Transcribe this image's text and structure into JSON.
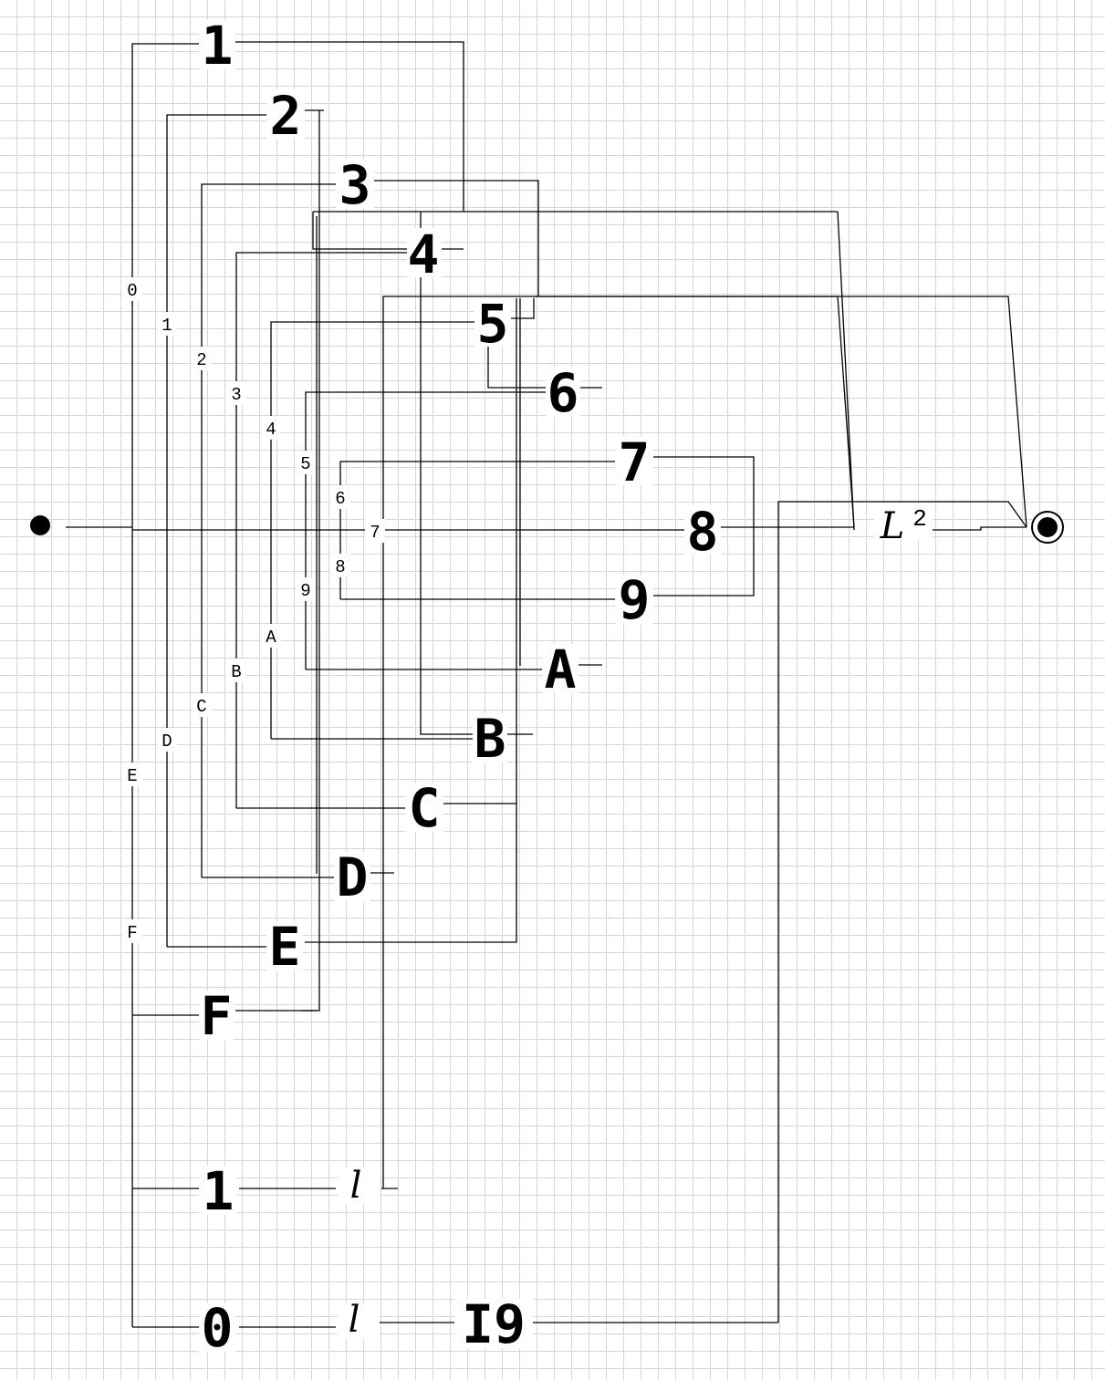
{
  "diagram": {
    "start_state": "start-point",
    "accept_state": "accept-point",
    "large_nodes": [
      "1",
      "2",
      "3",
      "4",
      "5",
      "6",
      "7",
      "8",
      "9",
      "A",
      "B",
      "C",
      "D",
      "E",
      "F",
      "1",
      "0",
      "I9"
    ],
    "edge_labels": [
      "0",
      "1",
      "2",
      "3",
      "4",
      "5",
      "6",
      "7",
      "8",
      "9",
      "A",
      "B",
      "C",
      "D",
      "E",
      "F"
    ],
    "ell_symbols": [
      "l",
      "l"
    ],
    "final_symbol": "L",
    "final_superscript": "2"
  },
  "colors": {
    "ink": "#000000",
    "grid": "#d6d6d6",
    "background": "#ffffff"
  }
}
